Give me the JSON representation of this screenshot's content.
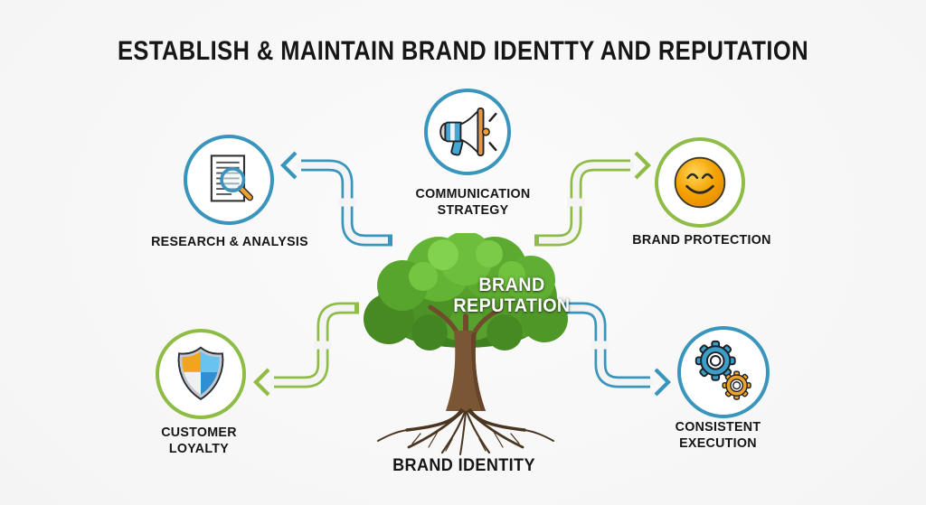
{
  "title": "ESTABLISH & MAINTAIN BRAND IDENTTY AND REPUTATION",
  "center": {
    "crown_label": "BRAND\nREPUTATION",
    "root_label": "BRAND IDENTITY"
  },
  "nodes": [
    {
      "id": "communication-strategy",
      "label": "COMMUNICATION\nSTRATEGY",
      "icon": "megaphone-icon",
      "ring": "blue"
    },
    {
      "id": "research-analysis",
      "label": "RESEARCH & ANALYSIS",
      "icon": "document-magnifier-icon",
      "ring": "blue"
    },
    {
      "id": "brand-protection",
      "label": "BRAND PROTECTION",
      "icon": "smiley-icon",
      "ring": "green"
    },
    {
      "id": "customer-loyalty",
      "label": "CUSTOMER\nLOYALTY",
      "icon": "shield-icon",
      "ring": "green"
    },
    {
      "id": "consistent-execution",
      "label": "CONSISTENT\nEXECUTION",
      "icon": "gears-icon",
      "ring": "blue"
    }
  ],
  "colors": {
    "blue": "#3a95bd",
    "green": "#8fbc46",
    "smiley_orange": "#f5a201",
    "gear_orange": "#f0a22e",
    "text_dark": "#161616",
    "background": "#f4f4f4",
    "white": "#ffffff"
  }
}
